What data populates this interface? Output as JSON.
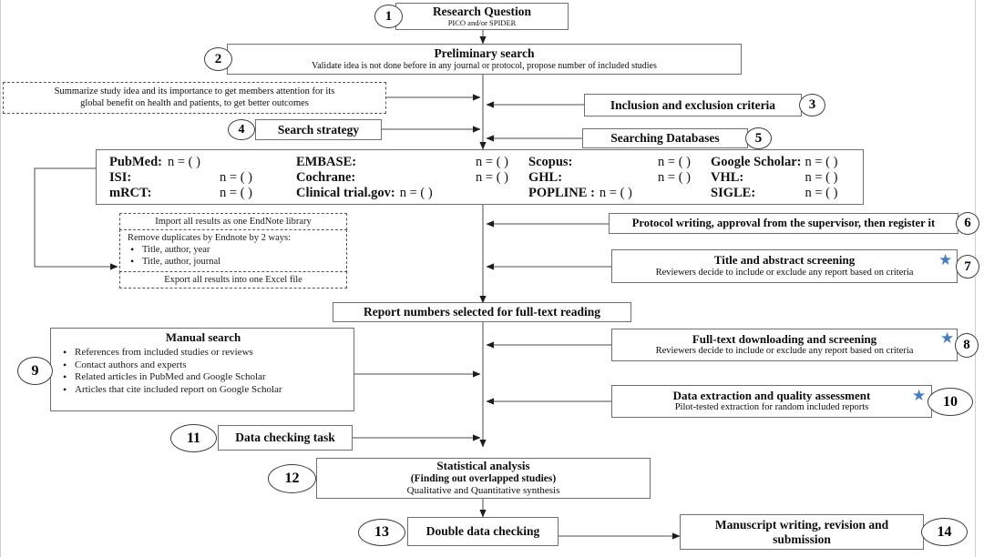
{
  "diagram": {
    "title": "Systematic review and meta-analysis workflow flowchart",
    "accent_star_color": "#4a7ebb",
    "line_color": "#6f6f6f"
  },
  "nodes": {
    "research_question": {
      "number": "1",
      "title": "Research Question",
      "subtitle": "PICO and/or SPIDER"
    },
    "preliminary_search": {
      "number": "2",
      "title": "Preliminary search",
      "subtitle": "Validate idea is not done before in any journal or protocol, propose number of included studies"
    },
    "summarize_idea": {
      "line1": "Summarize study idea and its importance to get members attention for its",
      "line2": "global benefit on health and patients, to get better outcomes"
    },
    "inclusion_exclusion": {
      "number": "3",
      "title": "Inclusion and exclusion criteria"
    },
    "search_strategy": {
      "number": "4",
      "title": "Search strategy"
    },
    "searching_databases": {
      "number": "5",
      "title": "Searching Databases"
    },
    "protocol_writing": {
      "number": "6",
      "title": "Protocol writing, approval from the supervisor, then register it"
    },
    "title_abstract_screening": {
      "number": "7",
      "title": "Title and abstract screening",
      "subtitle": "Reviewers decide to include or exclude any report based on criteria",
      "star": "★"
    },
    "fulltext_screening": {
      "number": "8",
      "title": "Full-text downloading and screening",
      "subtitle": "Reviewers decide to include or exclude any report based on criteria",
      "star": "★"
    },
    "manual_search": {
      "number": "9",
      "title": "Manual search",
      "bullets": [
        "References from included studies or reviews",
        "Contact authors and experts",
        "Related articles in PubMed and Google Scholar",
        "Articles that cite included report on Google Scholar"
      ]
    },
    "data_extraction": {
      "number": "10",
      "title": "Data extraction and quality assessment",
      "subtitle": "Pilot-tested extraction for random included reports",
      "star": "★"
    },
    "data_checking_task": {
      "number": "11",
      "title": "Data checking task"
    },
    "statistical_analysis": {
      "number": "12",
      "title": "Statistical analysis",
      "subtitle1": "(Finding out overlapped studies)",
      "subtitle2": "Qualitative and Quantitative synthesis"
    },
    "double_data_checking": {
      "number": "13",
      "title": "Double data checking"
    },
    "manuscript_writing": {
      "number": "14",
      "title": "Manuscript writing, revision and submission"
    },
    "report_numbers": {
      "title": "Report numbers selected for full-text reading"
    },
    "endnote_steps": {
      "import_line": "Import all results as one EndNote library",
      "remove_header": "Remove duplicates by Endnote by 2 ways:",
      "remove_bullets": [
        "Title, author, year",
        "Title, author, journal"
      ],
      "export_line": "Export all results into one Excel file"
    }
  },
  "databases": {
    "rows": [
      [
        {
          "name": "PubMed:",
          "value": "n = (  )"
        },
        {
          "name": "EMBASE:",
          "value": "n = (  )"
        },
        {
          "name": "Scopus:",
          "value": "n = (  )"
        },
        {
          "name": "Google Scholar:",
          "value": "n = (  )"
        }
      ],
      [
        {
          "name": "ISI:",
          "value": "n = (  )"
        },
        {
          "name": "Cochrane:",
          "value": "n = (  )"
        },
        {
          "name": "GHL:",
          "value": "n = (  )"
        },
        {
          "name": "VHL:",
          "value": "n = (  )"
        }
      ],
      [
        {
          "name": "mRCT:",
          "value": "n = (  )"
        },
        {
          "name": "Clinical trial.gov:",
          "value": "n = (  )"
        },
        {
          "name": "POPLINE :",
          "value": "n = (  )"
        },
        {
          "name": "SIGLE:",
          "value": "n = (  )"
        }
      ]
    ]
  }
}
